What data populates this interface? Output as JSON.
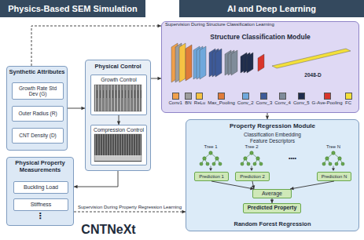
{
  "diagram": {
    "nodes": [
      {
        "text": [
          "Physics-Based SEM Simulation"
        ]
      },
      {
        "text": [
          "AI and Deep Learning"
        ]
      },
      {
        "text": [
          "Synthetic Attributes"
        ]
      },
      {
        "text": [
          "Growth Rate Std Dev (G)"
        ],
        "in": 2
      },
      {
        "text": [
          "Outer Radius (R)"
        ],
        "in": 2
      },
      {
        "text": [
          "CNT Density (D)"
        ],
        "in": 2
      },
      {
        "text": [
          "Physical Control"
        ]
      },
      {
        "text": [
          "Growth Control"
        ],
        "in": 6
      },
      {
        "text": [
          "Compression Control"
        ],
        "in": 6
      },
      {
        "text": [
          "Structure Classification Module"
        ]
      },
      {
        "text": [
          "Physical Property Measurements"
        ]
      },
      {
        "text": [
          "Buckling Load"
        ],
        "in": 10
      },
      {
        "text": [
          "Stiffness"
        ],
        "in": 10
      },
      {
        "text": [
          "Property Regression Module",
          "Classification Embedding",
          "Feature Descriptors",
          "Random Forest Regression"
        ]
      },
      {
        "text": [
          "Prediction 1"
        ],
        "in": 13
      },
      {
        "text": [
          "Prediction 2"
        ],
        "in": 13
      },
      {
        "text": [
          "Prediction N"
        ],
        "in": 13
      },
      {
        "text": [
          "Average"
        ],
        "in": 13
      },
      {
        "text": [
          "Predicted Property"
        ],
        "in": 13
      }
    ],
    "edges": [
      {
        "from": 2,
        "to": 9,
        "arrow": "to",
        "label": "Supervision During Structure Classification Learning"
      },
      {
        "from": 2,
        "to": 6,
        "arrow": "to"
      },
      {
        "from": 7,
        "to": 8,
        "arrow": "to"
      },
      {
        "from": 6,
        "to": 9,
        "arrow": "to"
      },
      {
        "from": 6,
        "to": 10,
        "arrow": "to"
      },
      {
        "from": 10,
        "to": 13,
        "arrow": "to",
        "label": "Supervision During Property Regression Learning"
      },
      {
        "from": 9,
        "to": 13,
        "arrow": "to"
      },
      {
        "from": 14,
        "to": 17,
        "arrow": "to"
      },
      {
        "from": 15,
        "to": 17,
        "arrow": "to"
      },
      {
        "from": 16,
        "to": 17,
        "arrow": "to"
      },
      {
        "from": 17,
        "to": 18,
        "arrow": "to"
      }
    ],
    "labels": [
      "2048-D",
      "Tree 1",
      "Tree 2",
      "Tree N",
      "••••",
      "⋮",
      "CNTNeXt"
    ],
    "legend": [
      {
        "text": "Conv1",
        "color": "#f0a04b"
      },
      {
        "text": "BN",
        "color": "#9e9e9e"
      },
      {
        "text": "ReLu",
        "color": "#f6c343"
      },
      {
        "text": "Max_Pooling",
        "color": "#e07b39"
      },
      {
        "text": "Conv_2",
        "color": "#6fa8dc"
      },
      {
        "text": "Conv_3",
        "color": "#3d5a99"
      },
      {
        "text": "Conv_4",
        "color": "#7f8c9a"
      },
      {
        "text": "Conv_5",
        "color": "#1f2d4d"
      },
      {
        "text": "G-Ave-Pooling",
        "color": "#d9352b"
      },
      {
        "text": "FC",
        "color": "#f3e03b"
      }
    ]
  }
}
